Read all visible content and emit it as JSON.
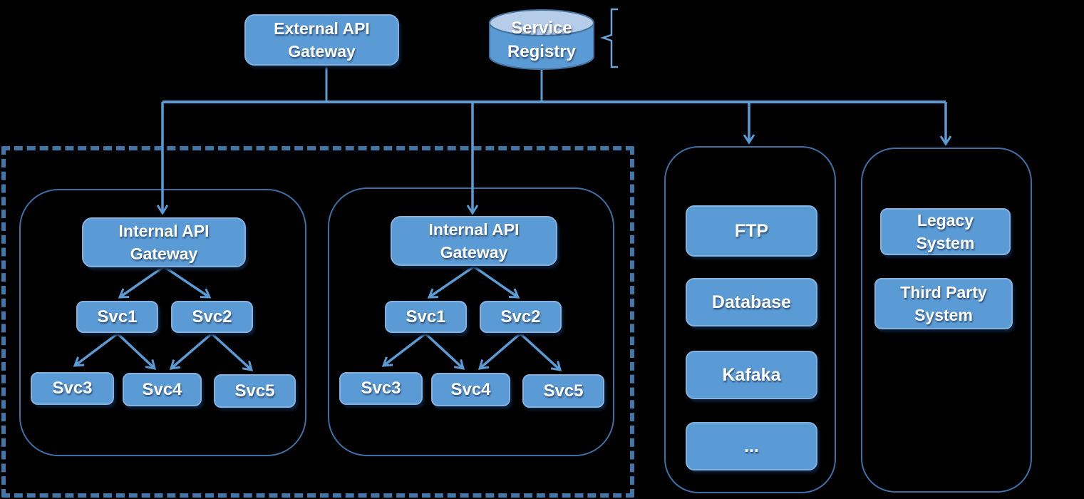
{
  "colors": {
    "background": "#000000",
    "box_fill": "#5b9bd5",
    "box_border": "#84b1de",
    "container_border": "#3e6fa6",
    "dashed_border": "#4276a9",
    "connector": "#5b9bd5",
    "cylinder_top": "#b6cde9",
    "cylinder_border": "#41719c",
    "text": "#ffffff"
  },
  "top": {
    "external_gateway_label": "External API Gateway",
    "service_registry_label": "Service Registry"
  },
  "clusters": [
    {
      "gateway_label": "Internal API Gateway",
      "services": [
        "Svc1",
        "Svc2",
        "Svc3",
        "Svc4",
        "Svc5"
      ]
    },
    {
      "gateway_label": "Internal API Gateway",
      "services": [
        "Svc1",
        "Svc2",
        "Svc3",
        "Svc4",
        "Svc5"
      ]
    }
  ],
  "infrastructure": {
    "items": [
      "FTP",
      "Database",
      "Kafaka",
      "..."
    ]
  },
  "external_systems": {
    "items": [
      "Legacy System",
      "Third Party System"
    ]
  }
}
